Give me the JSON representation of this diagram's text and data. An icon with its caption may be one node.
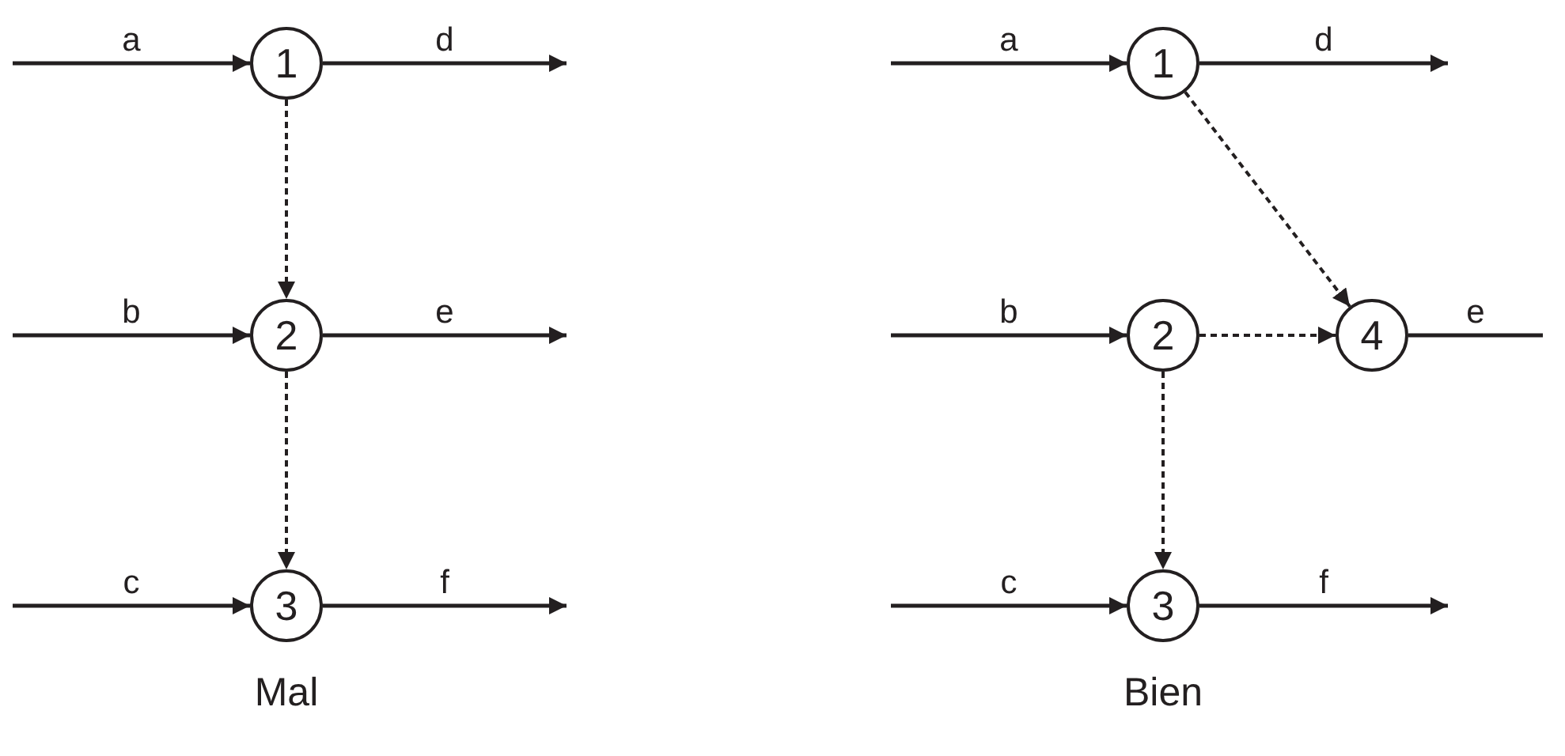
{
  "diagram": {
    "nodes": [
      {
        "text": [
          "1"
        ]
      },
      {
        "text": [
          "2"
        ]
      },
      {
        "text": [
          "3"
        ]
      },
      {
        "text": [
          "1"
        ]
      },
      {
        "text": [
          "2"
        ]
      },
      {
        "text": [
          "4"
        ]
      },
      {
        "text": [
          "3"
        ]
      }
    ],
    "edges": [
      {
        "from": null,
        "to": 0,
        "label": "a",
        "arrow": "to"
      },
      {
        "from": 0,
        "to": null,
        "label": "d",
        "arrow": "to"
      },
      {
        "from": null,
        "to": 1,
        "label": "b",
        "arrow": "to"
      },
      {
        "from": 1,
        "to": null,
        "label": "e",
        "arrow": "to"
      },
      {
        "from": null,
        "to": 2,
        "label": "c",
        "arrow": "to"
      },
      {
        "from": 2,
        "to": null,
        "label": "f",
        "arrow": "to"
      },
      {
        "from": 0,
        "to": 1,
        "arrow": "to",
        "style": "dashed"
      },
      {
        "from": 1,
        "to": 2,
        "arrow": "to",
        "style": "dashed"
      },
      {
        "from": null,
        "to": 3,
        "label": "a",
        "arrow": "to"
      },
      {
        "from": 3,
        "to": null,
        "label": "d",
        "arrow": "to"
      },
      {
        "from": null,
        "to": 4,
        "label": "b",
        "arrow": "to"
      },
      {
        "from": 5,
        "to": null,
        "label": "e",
        "arrow": "none"
      },
      {
        "from": null,
        "to": 6,
        "label": "c",
        "arrow": "to"
      },
      {
        "from": 6,
        "to": null,
        "label": "f",
        "arrow": "to"
      },
      {
        "from": 3,
        "to": 5,
        "arrow": "to",
        "style": "dashed"
      },
      {
        "from": 4,
        "to": 5,
        "arrow": "to",
        "style": "dashed"
      },
      {
        "from": 4,
        "to": 6,
        "arrow": "to",
        "style": "dashed"
      }
    ],
    "labels": [
      "Mal",
      "Bien"
    ]
  }
}
